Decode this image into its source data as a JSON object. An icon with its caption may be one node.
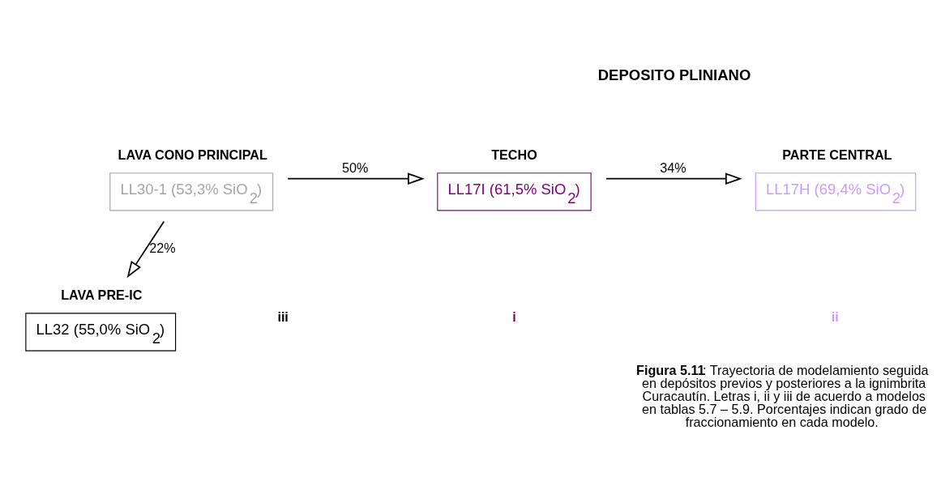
{
  "diagram": {
    "caption": "**Figura 5.11**: Trayectoria de modelamiento seguida en depósitos previos y posteriores a la ignimbrita Curacautín. Letras i, ii y iii de acuerdo a modelos en tablas 5.7 – 5.9. Porcentajes indican grado de fraccionamiento en cada modelo.",
    "nodes": [
      {
        "text": [
          "LAVA CONO PRINCIPAL",
          "LL30-1 (53,3% SiO$_{2}$)"
        ]
      },
      {
        "text": [
          "TECHO",
          "LL17I (61,5% SiO$_{2}$)"
        ]
      },
      {
        "text": [
          "PARTE CENTRAL",
          "LL17H (69,4% SiO$_{2}$)"
        ]
      },
      {
        "text": [
          "LAVA PRE-IC",
          "LL32 (55,0% SiO$_{2}$)"
        ]
      }
    ],
    "edges": [
      {
        "from": 0,
        "to": 1,
        "arrow": "to",
        "label": "50%"
      },
      {
        "from": 1,
        "to": 2,
        "arrow": "to",
        "label": "34%"
      },
      {
        "from": 0,
        "to": 3,
        "arrow": "to",
        "label": "22%"
      }
    ],
    "labels": [
      "DEPOSITO PLINIANO",
      "i",
      "ii",
      "iii"
    ]
  }
}
